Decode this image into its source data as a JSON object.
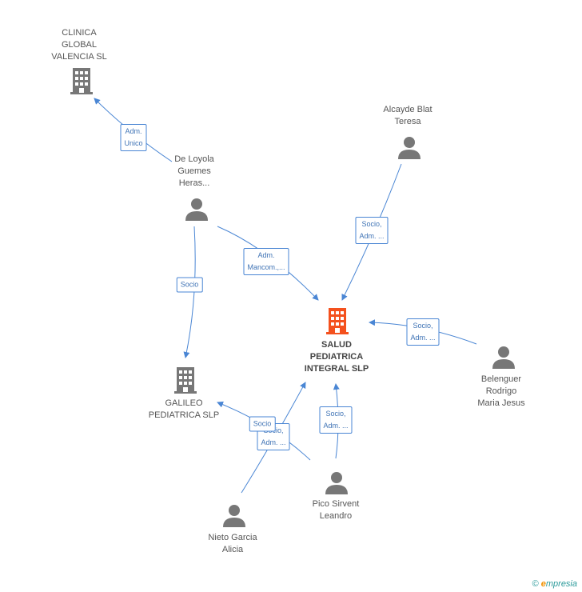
{
  "colors": {
    "edge": "#4a86d4",
    "company_main": "#f4511e",
    "company": "#777777",
    "person": "#777777"
  },
  "nodes": {
    "clinica": {
      "label": "CLINICA\nGLOBAL\nVALENCIA  SL",
      "kind": "company",
      "icon": "building-icon"
    },
    "loyola": {
      "label": "De Loyola\nGuemes\nHeras...",
      "kind": "person",
      "icon": "person-icon"
    },
    "alcayde": {
      "label": "Alcayde Blat\nTeresa",
      "kind": "person",
      "icon": "person-icon"
    },
    "salud": {
      "label": "SALUD\nPEDIATRICA\nINTEGRAL SLP",
      "kind": "company_main",
      "icon": "building-icon"
    },
    "galileo": {
      "label": "GALILEO\nPEDIATRICA SLP",
      "kind": "company",
      "icon": "building-icon"
    },
    "belenguer": {
      "label": "Belenguer\nRodrigo\nMaria Jesus",
      "kind": "person",
      "icon": "person-icon"
    },
    "pico": {
      "label": "Pico Sirvent\nLeandro",
      "kind": "person",
      "icon": "person-icon"
    },
    "nieto": {
      "label": "Nieto Garcia\nAlicia",
      "kind": "person",
      "icon": "person-icon"
    }
  },
  "edges": {
    "loyola_clinica": "Adm.\nUnico",
    "loyola_galileo": "Socio",
    "loyola_salud": "Adm.\nMancom.,...",
    "alcayde_salud": "Socio,\nAdm. ...",
    "belenguer_salud": "Socio,\nAdm. ...",
    "pico_salud": "Socio,\nAdm. ...",
    "nieto_salud": "Socio,\nAdm. ...",
    "pico_galileo": "Socio"
  },
  "footer": {
    "copyright": "©",
    "brand_initial": "e",
    "brand_rest": "mpresia"
  }
}
